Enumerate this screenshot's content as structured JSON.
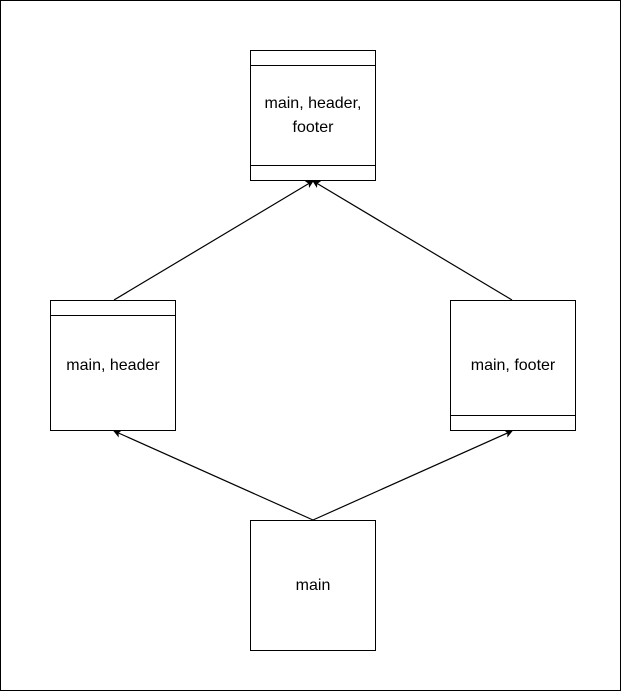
{
  "diagram": {
    "nodes": {
      "top": {
        "label": "main, header, footer"
      },
      "left": {
        "label": "main, header"
      },
      "right": {
        "label": "main, footer"
      },
      "bottom": {
        "label": "main"
      }
    },
    "edges": [
      {
        "from": "bottom",
        "to": "left"
      },
      {
        "from": "bottom",
        "to": "right"
      },
      {
        "from": "left",
        "to": "top"
      },
      {
        "from": "right",
        "to": "top"
      }
    ],
    "colors": {
      "stroke": "#000000",
      "background": "#ffffff"
    }
  }
}
